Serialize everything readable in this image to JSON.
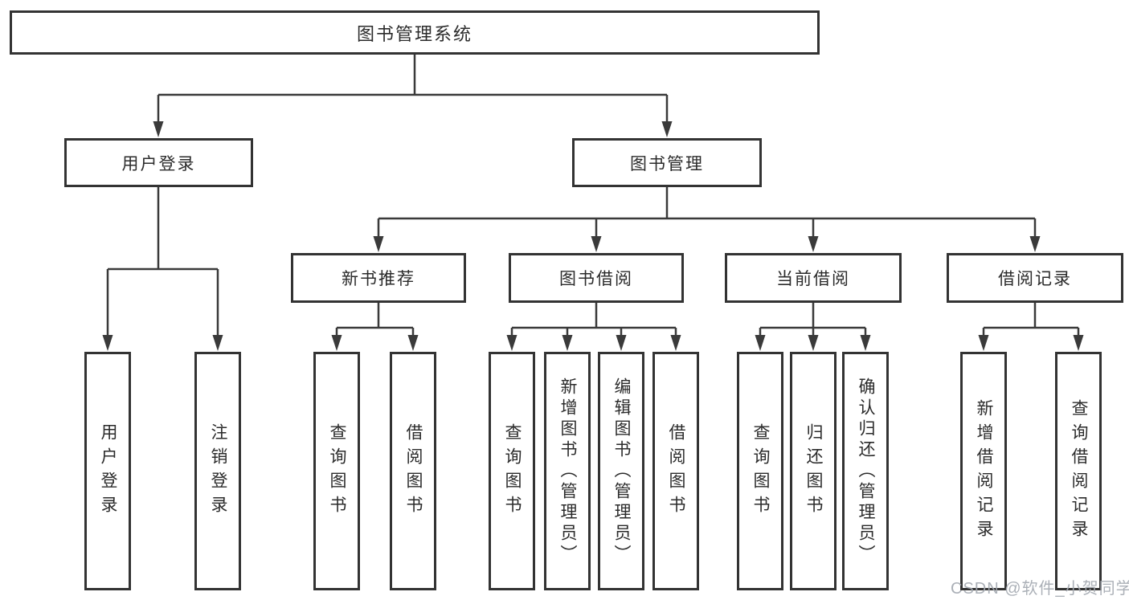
{
  "tree": {
    "root": "图书管理系统",
    "branches": [
      {
        "label": "用户登录",
        "children": [
          "用户登录",
          "注销登录"
        ]
      },
      {
        "label": "图书管理",
        "groups": [
          {
            "label": "新书推荐",
            "children": [
              "查询图书",
              "借阅图书"
            ]
          },
          {
            "label": "图书借阅",
            "children": [
              "查询图书",
              "新增图书（管理员）",
              "编辑图书（管理员）",
              "借阅图书"
            ]
          },
          {
            "label": "当前借阅",
            "children": [
              "查询图书",
              "归还图书",
              "确认归还（管理员）"
            ]
          },
          {
            "label": "借阅记录",
            "children": [
              "新增借阅记录",
              "查询借阅记录"
            ]
          }
        ]
      }
    ]
  },
  "watermark": {
    "text": "CSDN @软件_小贺同学"
  },
  "colors": {
    "box_border": "#333333",
    "connector_line": "#3a3a3a",
    "text": "#2b2b2b",
    "watermark": "#a4a9b1",
    "background": "#ffffff"
  }
}
